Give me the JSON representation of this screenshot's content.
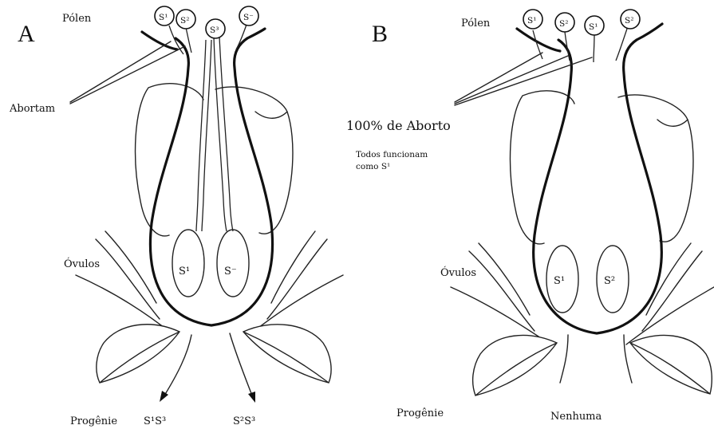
{
  "panel_a": {
    "letter": "A",
    "pollen_label": "Pólen",
    "pollen_grains": [
      "S¹",
      "S²",
      "S³",
      "S⁻"
    ],
    "abort_label": "Abortam",
    "ovules_label": "Óvulos",
    "ovule_1": "S¹",
    "ovule_2": "S⁻",
    "progeny_label": "Progênie",
    "progeny_1": "S¹S³",
    "progeny_2": "S²S³"
  },
  "panel_b": {
    "letter": "B",
    "pollen_label": "Pólen",
    "pollen_grains": [
      "S¹",
      "S²",
      "S¹",
      "S²"
    ],
    "abort_label": "100% de Aborto",
    "note_line1": "Todos funcionam",
    "note_line2": "como S¹",
    "ovules_label": "Óvulos",
    "ovule_1": "S¹",
    "ovule_2": "S²",
    "progeny_label": "Progênie",
    "progeny_value": "Nenhuma"
  },
  "colors": {
    "ink": "#111111",
    "background": "#ffffff"
  }
}
